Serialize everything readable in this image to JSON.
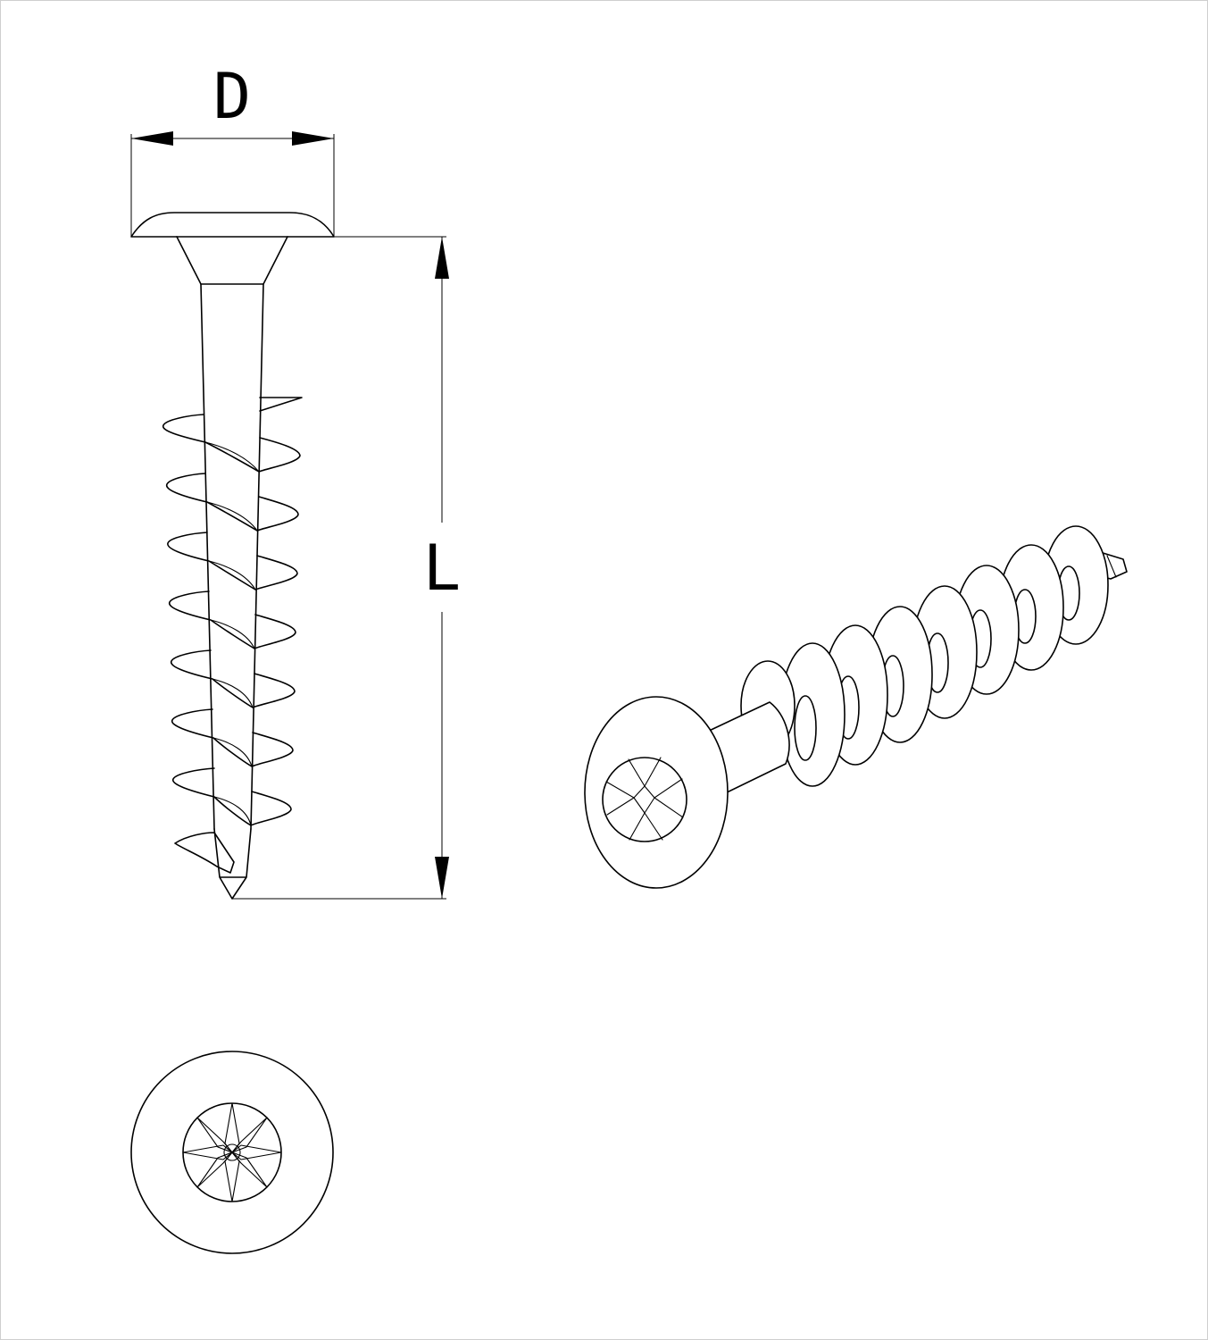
{
  "labels": {
    "diameter": "D",
    "length": "L"
  },
  "colors": {
    "line": "#000000",
    "background": "#ffffff"
  },
  "views": [
    "side-view",
    "isometric-view",
    "top-view"
  ]
}
